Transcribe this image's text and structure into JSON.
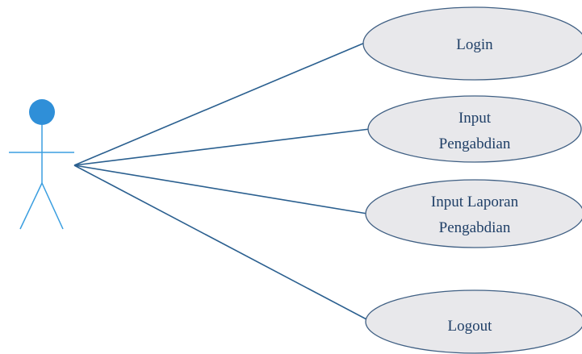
{
  "actor": {
    "name": "",
    "color": "#2f8fd8"
  },
  "use_cases": [
    {
      "id": "login",
      "lines": [
        "Login"
      ]
    },
    {
      "id": "input-pengabdian",
      "lines": [
        "Input",
        "Pengabdian"
      ]
    },
    {
      "id": "input-laporan-pengabdian",
      "lines": [
        "Input Laporan",
        "Pengabdian"
      ]
    },
    {
      "id": "logout",
      "lines": [
        "Logout"
      ]
    }
  ],
  "colors": {
    "ellipse_fill": "#e8e8eb",
    "ellipse_stroke": "#3f5f83",
    "text": "#1f3f67",
    "association": "#2a5f8f"
  }
}
